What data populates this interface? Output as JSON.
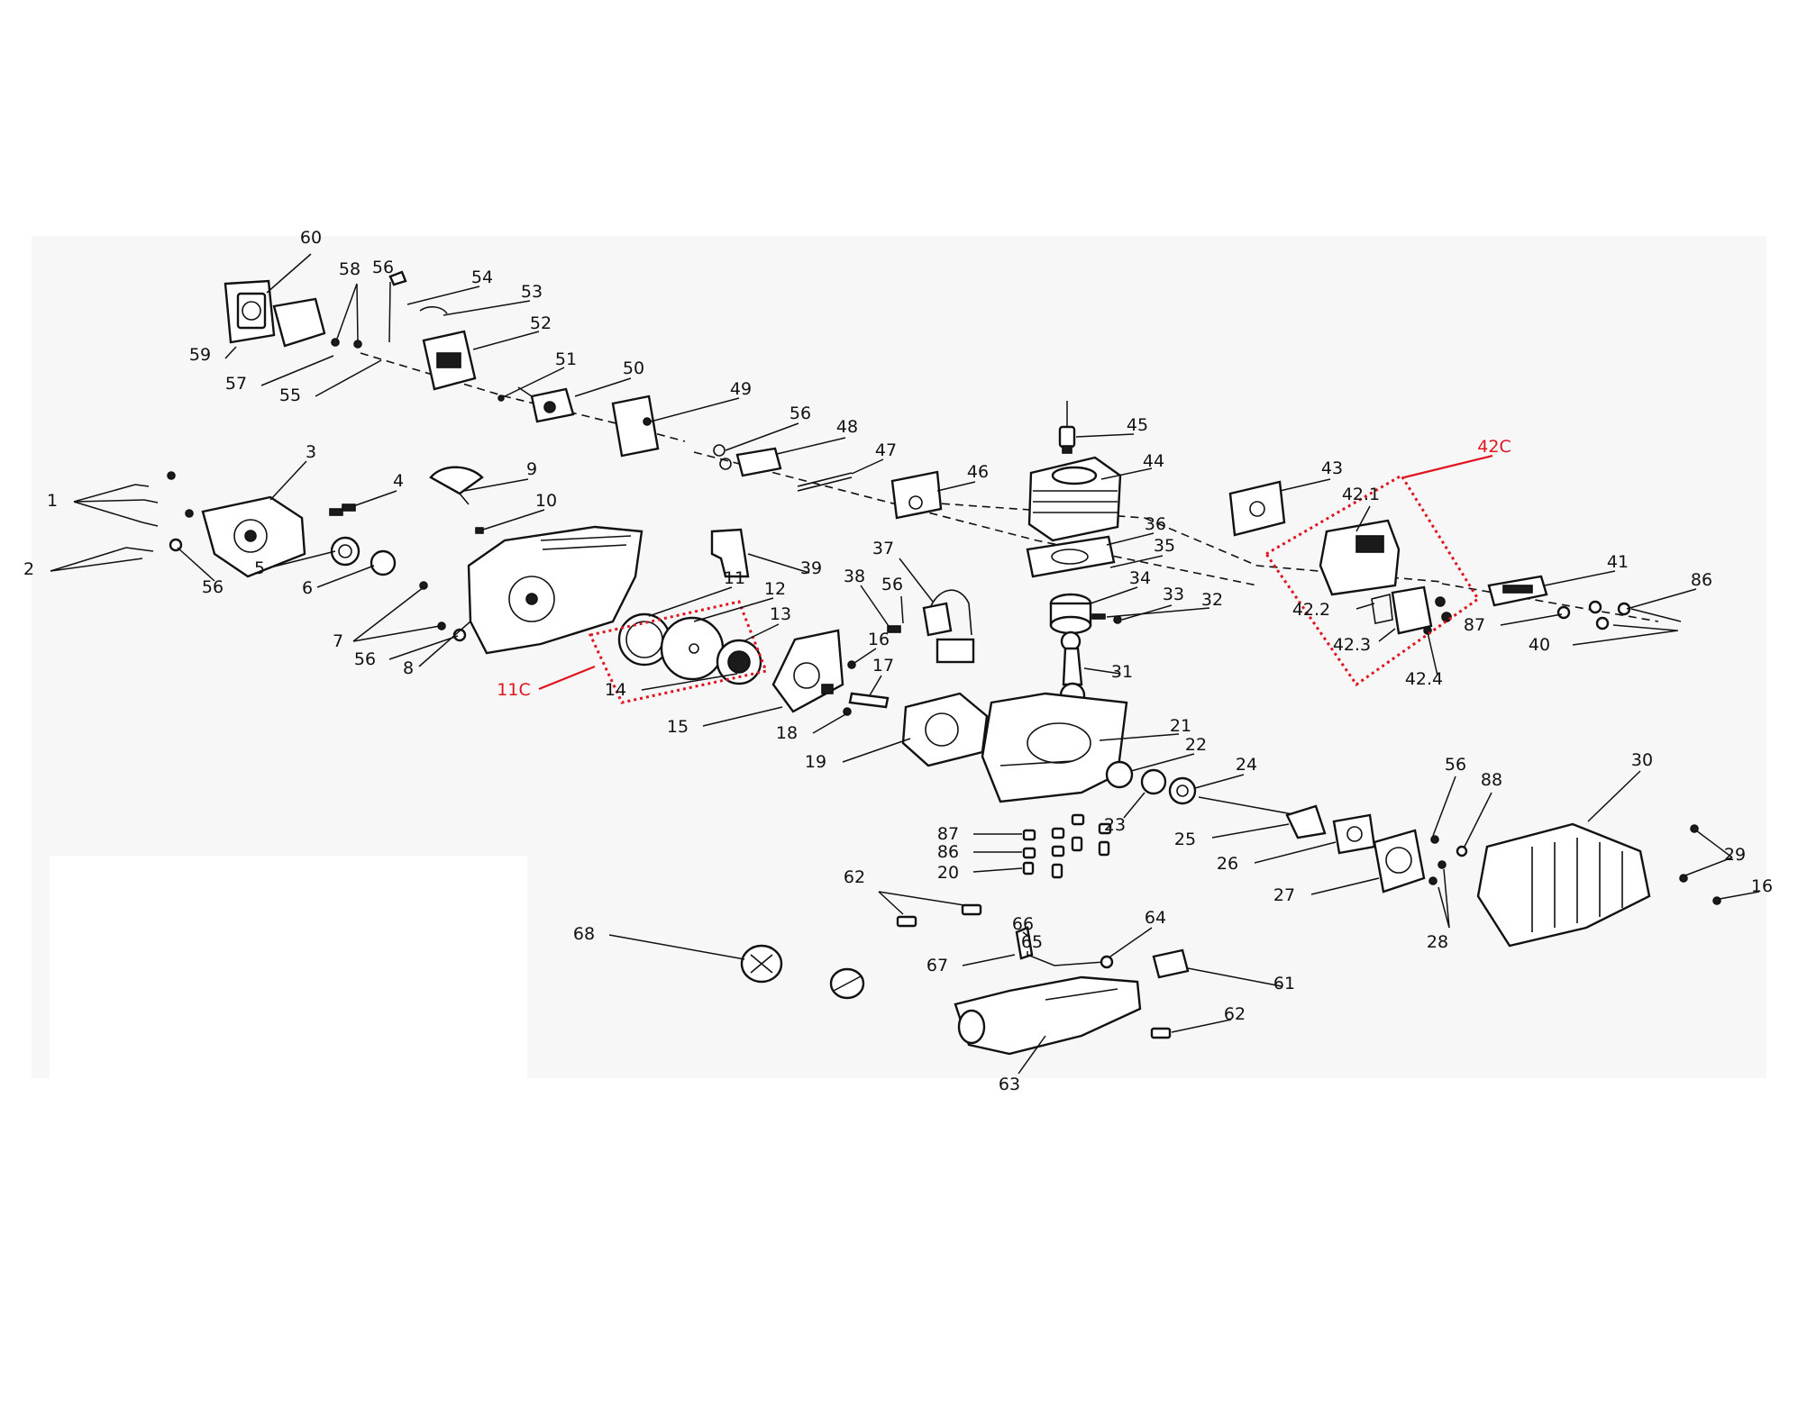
{
  "diagram": {
    "callouts": [
      {
        "id": "c60",
        "label": "60"
      },
      {
        "id": "c59",
        "label": "59"
      },
      {
        "id": "c58",
        "label": "58"
      },
      {
        "id": "c57",
        "label": "57"
      },
      {
        "id": "c56a",
        "label": "56"
      },
      {
        "id": "c55",
        "label": "55"
      },
      {
        "id": "c54",
        "label": "54"
      },
      {
        "id": "c53",
        "label": "53"
      },
      {
        "id": "c52",
        "label": "52"
      },
      {
        "id": "c51",
        "label": "51"
      },
      {
        "id": "c50",
        "label": "50"
      },
      {
        "id": "c49",
        "label": "49"
      },
      {
        "id": "c56b",
        "label": "56"
      },
      {
        "id": "c48",
        "label": "48"
      },
      {
        "id": "c47",
        "label": "47"
      },
      {
        "id": "c46",
        "label": "46"
      },
      {
        "id": "c45",
        "label": "45"
      },
      {
        "id": "c44",
        "label": "44"
      },
      {
        "id": "c43",
        "label": "43"
      },
      {
        "id": "c42C",
        "label": "42C",
        "red": true
      },
      {
        "id": "c42_1",
        "label": "42.1"
      },
      {
        "id": "c42_2",
        "label": "42.2"
      },
      {
        "id": "c42_3",
        "label": "42.3"
      },
      {
        "id": "c42_4",
        "label": "42.4"
      },
      {
        "id": "c41",
        "label": "41"
      },
      {
        "id": "c86a",
        "label": "86"
      },
      {
        "id": "c87a",
        "label": "87"
      },
      {
        "id": "c40",
        "label": "40"
      },
      {
        "id": "c3",
        "label": "3"
      },
      {
        "id": "c1",
        "label": "1"
      },
      {
        "id": "c4",
        "label": "4"
      },
      {
        "id": "c9",
        "label": "9"
      },
      {
        "id": "c10",
        "label": "10"
      },
      {
        "id": "c2",
        "label": "2"
      },
      {
        "id": "c56c",
        "label": "56"
      },
      {
        "id": "c5",
        "label": "5"
      },
      {
        "id": "c6",
        "label": "6"
      },
      {
        "id": "c7",
        "label": "7"
      },
      {
        "id": "c56d",
        "label": "56"
      },
      {
        "id": "c8",
        "label": "8"
      },
      {
        "id": "c39",
        "label": "39"
      },
      {
        "id": "c11",
        "label": "11"
      },
      {
        "id": "c12",
        "label": "12"
      },
      {
        "id": "c13",
        "label": "13"
      },
      {
        "id": "c11C",
        "label": "11C",
        "red": true
      },
      {
        "id": "c14",
        "label": "14"
      },
      {
        "id": "c15",
        "label": "15"
      },
      {
        "id": "c16a",
        "label": "16"
      },
      {
        "id": "c17",
        "label": "17"
      },
      {
        "id": "c18",
        "label": "18"
      },
      {
        "id": "c19",
        "label": "19"
      },
      {
        "id": "c38",
        "label": "38"
      },
      {
        "id": "c37",
        "label": "37"
      },
      {
        "id": "c56e",
        "label": "56"
      },
      {
        "id": "c36",
        "label": "36"
      },
      {
        "id": "c35",
        "label": "35"
      },
      {
        "id": "c34",
        "label": "34"
      },
      {
        "id": "c33",
        "label": "33"
      },
      {
        "id": "c32",
        "label": "32"
      },
      {
        "id": "c31",
        "label": "31"
      },
      {
        "id": "c21",
        "label": "21"
      },
      {
        "id": "c22",
        "label": "22"
      },
      {
        "id": "c24",
        "label": "24"
      },
      {
        "id": "c23",
        "label": "23"
      },
      {
        "id": "c87b",
        "label": "87"
      },
      {
        "id": "c86b",
        "label": "86"
      },
      {
        "id": "c20",
        "label": "20"
      },
      {
        "id": "c25",
        "label": "25"
      },
      {
        "id": "c26",
        "label": "26"
      },
      {
        "id": "c27",
        "label": "27"
      },
      {
        "id": "c56f",
        "label": "56"
      },
      {
        "id": "c88",
        "label": "88"
      },
      {
        "id": "c28",
        "label": "28"
      },
      {
        "id": "c30",
        "label": "30"
      },
      {
        "id": "c29",
        "label": "29"
      },
      {
        "id": "c16b",
        "label": "16"
      },
      {
        "id": "c62a",
        "label": "62"
      },
      {
        "id": "c68",
        "label": "68"
      },
      {
        "id": "c66",
        "label": "66"
      },
      {
        "id": "c65",
        "label": "65"
      },
      {
        "id": "c64",
        "label": "64"
      },
      {
        "id": "c67",
        "label": "67"
      },
      {
        "id": "c61",
        "label": "61"
      },
      {
        "id": "c62b",
        "label": "62"
      },
      {
        "id": "c63",
        "label": "63"
      }
    ]
  }
}
